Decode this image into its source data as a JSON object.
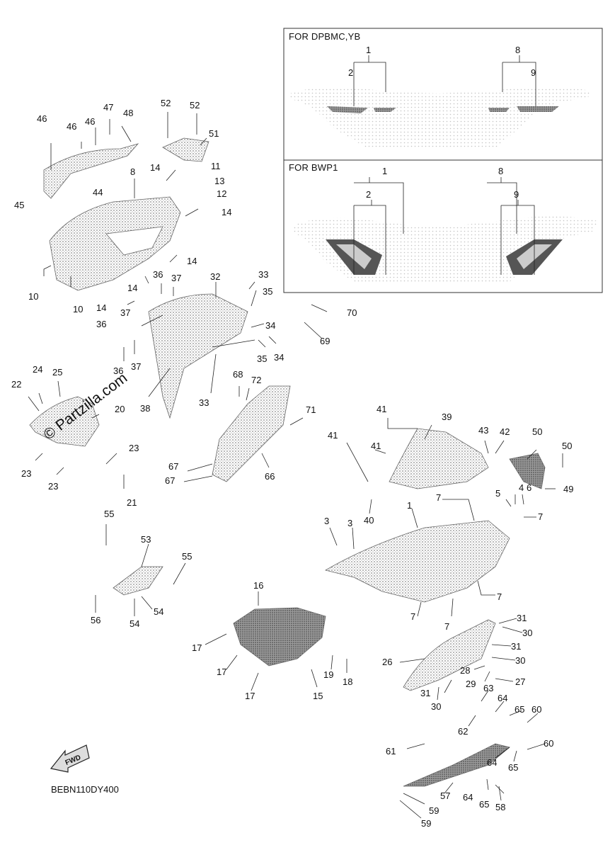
{
  "box_top_label": "FOR DPBMC,YB",
  "box_bottom_label": "FOR BWP1",
  "watermark": "© Partzilla.com",
  "fwd_label": "FWD",
  "diagram_code": "BEBN110DY400",
  "callouts": [
    {
      "id": "c1",
      "text": "1"
    },
    {
      "id": "c2",
      "text": "2"
    },
    {
      "id": "c8",
      "text": "8"
    },
    {
      "id": "c9",
      "text": "9"
    },
    {
      "id": "c1b",
      "text": "1"
    },
    {
      "id": "c2b",
      "text": "2"
    },
    {
      "id": "c8b",
      "text": "8"
    },
    {
      "id": "c9b",
      "text": "9"
    },
    {
      "id": "c46a",
      "text": "46"
    },
    {
      "id": "c46b",
      "text": "46"
    },
    {
      "id": "c46c",
      "text": "46"
    },
    {
      "id": "c47",
      "text": "47"
    },
    {
      "id": "c48",
      "text": "48"
    },
    {
      "id": "c52a",
      "text": "52"
    },
    {
      "id": "c52b",
      "text": "52"
    },
    {
      "id": "c51",
      "text": "51"
    },
    {
      "id": "c11",
      "text": "11"
    },
    {
      "id": "c13",
      "text": "13"
    },
    {
      "id": "c12",
      "text": "12"
    },
    {
      "id": "c14a",
      "text": "14"
    },
    {
      "id": "c14b",
      "text": "14"
    },
    {
      "id": "c8c",
      "text": "8"
    },
    {
      "id": "c44",
      "text": "44"
    },
    {
      "id": "c45",
      "text": "45"
    },
    {
      "id": "c14c",
      "text": "14"
    },
    {
      "id": "c14d",
      "text": "14"
    },
    {
      "id": "c14e",
      "text": "14"
    },
    {
      "id": "c10a",
      "text": "10"
    },
    {
      "id": "c10b",
      "text": "10"
    },
    {
      "id": "c36a",
      "text": "36"
    },
    {
      "id": "c37a",
      "text": "37"
    },
    {
      "id": "c32",
      "text": "32"
    },
    {
      "id": "c33a",
      "text": "33"
    },
    {
      "id": "c35a",
      "text": "35"
    },
    {
      "id": "c37b",
      "text": "37"
    },
    {
      "id": "c36b",
      "text": "36"
    },
    {
      "id": "c34a",
      "text": "34"
    },
    {
      "id": "c70",
      "text": "70"
    },
    {
      "id": "c69",
      "text": "69"
    },
    {
      "id": "c35b",
      "text": "35"
    },
    {
      "id": "c34b",
      "text": "34"
    },
    {
      "id": "c36c",
      "text": "36"
    },
    {
      "id": "c37c",
      "text": "37"
    },
    {
      "id": "c33b",
      "text": "33"
    },
    {
      "id": "c38",
      "text": "38"
    },
    {
      "id": "c24",
      "text": "24"
    },
    {
      "id": "c25",
      "text": "25"
    },
    {
      "id": "c22",
      "text": "22"
    },
    {
      "id": "c20",
      "text": "20"
    },
    {
      "id": "c23a",
      "text": "23"
    },
    {
      "id": "c23b",
      "text": "23"
    },
    {
      "id": "c23c",
      "text": "23"
    },
    {
      "id": "c21",
      "text": "21"
    },
    {
      "id": "c68",
      "text": "68"
    },
    {
      "id": "c72",
      "text": "72"
    },
    {
      "id": "c71",
      "text": "71"
    },
    {
      "id": "c67a",
      "text": "67"
    },
    {
      "id": "c67b",
      "text": "67"
    },
    {
      "id": "c66",
      "text": "66"
    },
    {
      "id": "c41a",
      "text": "41"
    },
    {
      "id": "c39",
      "text": "39"
    },
    {
      "id": "c41b",
      "text": "41"
    },
    {
      "id": "c43",
      "text": "43"
    },
    {
      "id": "c42",
      "text": "42"
    },
    {
      "id": "c41c",
      "text": "41"
    },
    {
      "id": "c50a",
      "text": "50"
    },
    {
      "id": "c50b",
      "text": "50"
    },
    {
      "id": "c49",
      "text": "49"
    },
    {
      "id": "c6",
      "text": "6"
    },
    {
      "id": "c5",
      "text": "5"
    },
    {
      "id": "c4",
      "text": "4"
    },
    {
      "id": "c40",
      "text": "40"
    },
    {
      "id": "c7a",
      "text": "7"
    },
    {
      "id": "c7b",
      "text": "7"
    },
    {
      "id": "c1c",
      "text": "1"
    },
    {
      "id": "c3a",
      "text": "3"
    },
    {
      "id": "c3b",
      "text": "3"
    },
    {
      "id": "c7c",
      "text": "7"
    },
    {
      "id": "c7d",
      "text": "7"
    },
    {
      "id": "c7e",
      "text": "7"
    },
    {
      "id": "c55a",
      "text": "55"
    },
    {
      "id": "c53",
      "text": "53"
    },
    {
      "id": "c55b",
      "text": "55"
    },
    {
      "id": "c56",
      "text": "56"
    },
    {
      "id": "c54a",
      "text": "54"
    },
    {
      "id": "c54b",
      "text": "54"
    },
    {
      "id": "c16",
      "text": "16"
    },
    {
      "id": "c17a",
      "text": "17"
    },
    {
      "id": "c17b",
      "text": "17"
    },
    {
      "id": "c17c",
      "text": "17"
    },
    {
      "id": "c19",
      "text": "19"
    },
    {
      "id": "c18",
      "text": "18"
    },
    {
      "id": "c15",
      "text": "15"
    },
    {
      "id": "c31a",
      "text": "31"
    },
    {
      "id": "c30a",
      "text": "30"
    },
    {
      "id": "c31b",
      "text": "31"
    },
    {
      "id": "c30b",
      "text": "30"
    },
    {
      "id": "c26",
      "text": "26"
    },
    {
      "id": "c28",
      "text": "28"
    },
    {
      "id": "c27",
      "text": "27"
    },
    {
      "id": "c29",
      "text": "29"
    },
    {
      "id": "c31c",
      "text": "31"
    },
    {
      "id": "c30c",
      "text": "30"
    },
    {
      "id": "c63",
      "text": "63"
    },
    {
      "id": "c64a",
      "text": "64"
    },
    {
      "id": "c65a",
      "text": "65"
    },
    {
      "id": "c60a",
      "text": "60"
    },
    {
      "id": "c62",
      "text": "62"
    },
    {
      "id": "c61",
      "text": "61"
    },
    {
      "id": "c60b",
      "text": "60"
    },
    {
      "id": "c64b",
      "text": "64"
    },
    {
      "id": "c65b",
      "text": "65"
    },
    {
      "id": "c57",
      "text": "57"
    },
    {
      "id": "c64c",
      "text": "64"
    },
    {
      "id": "c65c",
      "text": "65"
    },
    {
      "id": "c58",
      "text": "58"
    },
    {
      "id": "c59a",
      "text": "59"
    },
    {
      "id": "c59b",
      "text": "59"
    }
  ]
}
